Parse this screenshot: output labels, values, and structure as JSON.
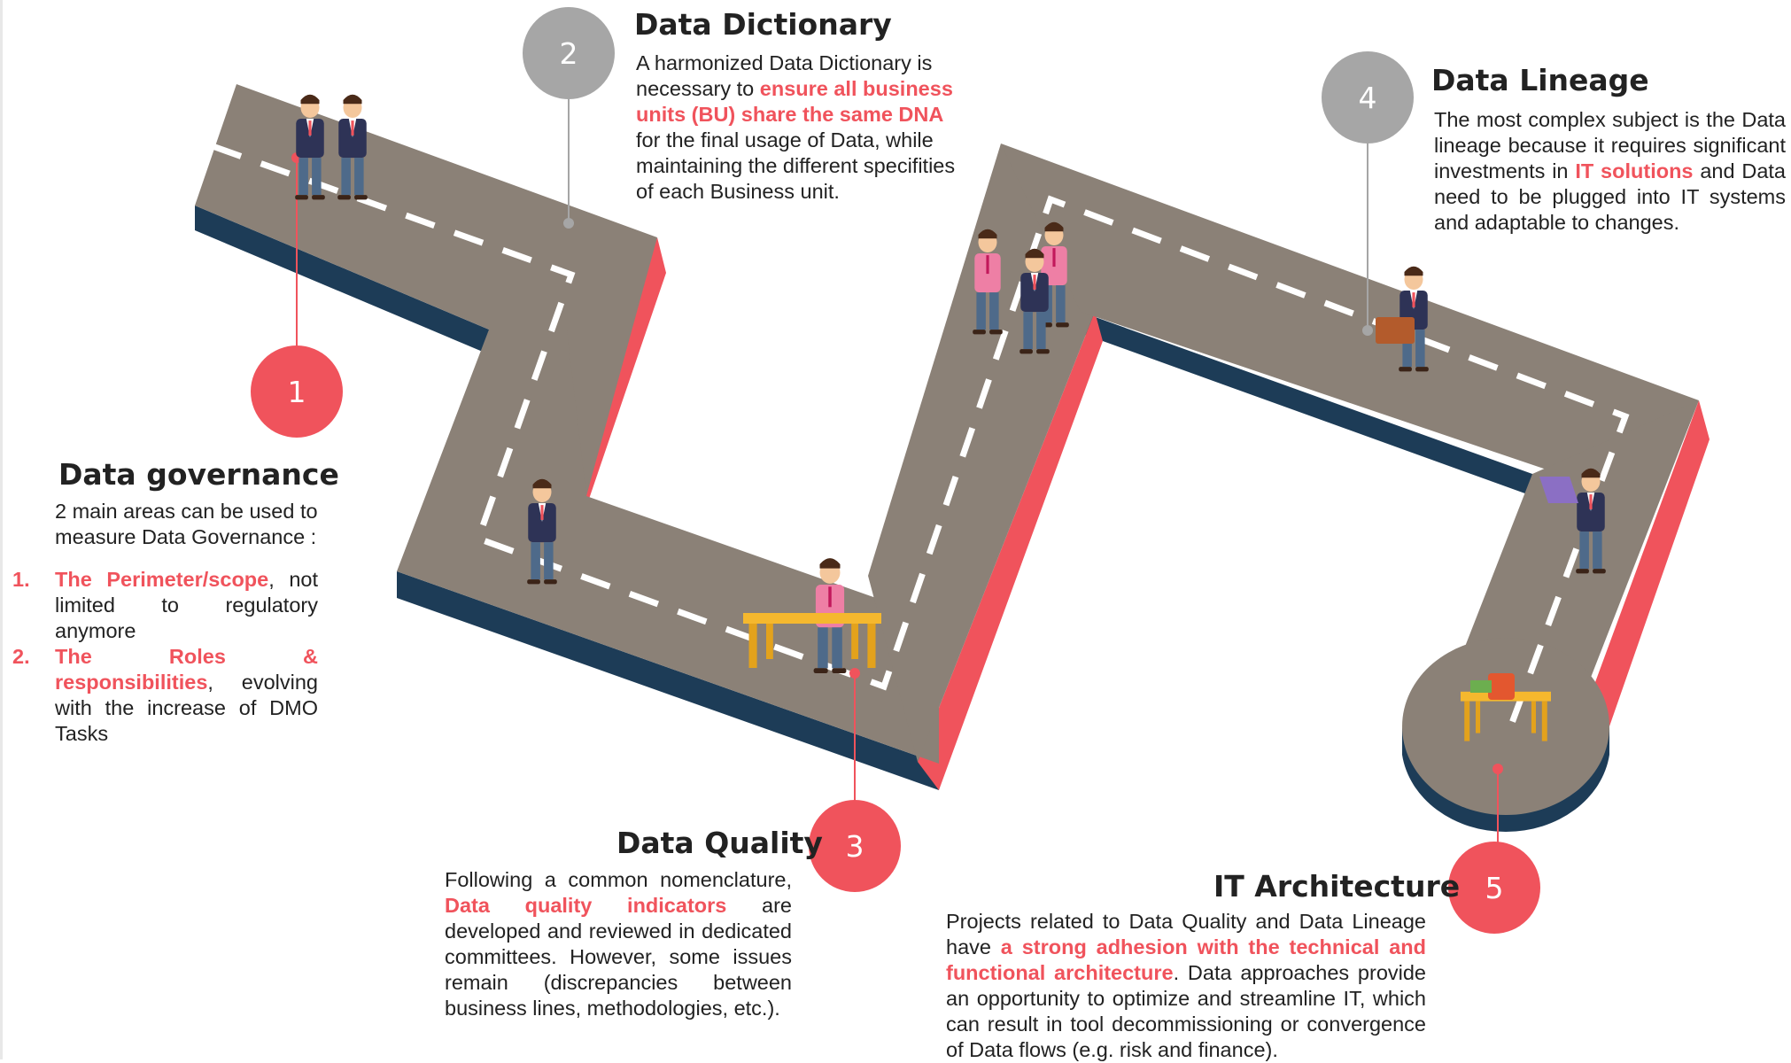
{
  "colors": {
    "road": "#8b8177",
    "road_side": "#1d3c57",
    "road_edge": "#f0535c",
    "accent": "#f0535c",
    "marker_grey": "#a6a6a6",
    "dash": "#ffffff",
    "suit": "#2e3356",
    "desk": "#f5b82e"
  },
  "steps": [
    {
      "number": "1",
      "title": "Data governance",
      "intro": "2 main areas can be used to measure Data Governance :",
      "items": [
        {
          "num": "1.",
          "highlight": "The Perimeter/scope",
          "text": ", not limited to regulatory anymore"
        },
        {
          "num": "2.",
          "highlight": "The Roles & responsibilities",
          "text": ", evolving with the increase of DMO Tasks"
        }
      ]
    },
    {
      "number": "2",
      "title": "Data Dictionary",
      "text_before": "A harmonized Data Dictionary is necessary to ",
      "highlight": "ensure all business units (BU) share the same DNA",
      "text_after": " for the final usage of Data, while maintaining the different specifities of each Business unit."
    },
    {
      "number": "3",
      "title": "Data Quality",
      "text_before": "Following a common nomenclature, ",
      "highlight": "Data quality indicators",
      "text_after": " are developed and reviewed in dedicated committees. However, some issues remain (discrepancies between business lines, methodologies, etc.)."
    },
    {
      "number": "4",
      "title": "Data Lineage",
      "text_before": "The most complex subject is the Data lineage because it requires significant investments in ",
      "highlight": "IT solutions",
      "text_after": " and Data need to be plugged into IT systems and adaptable to changes."
    },
    {
      "number": "5",
      "title": "IT Architecture",
      "text_before": "Projects related to Data Quality and Data Lineage have ",
      "highlight": "a strong adhesion with the technical and functional architecture",
      "text_after": ". Data approaches provide an opportunity to optimize and streamline IT, which can result in tool decommissioning or convergence of Data flows (e.g. risk and finance)."
    }
  ],
  "figures": [
    "pair-walking",
    "walker",
    "presenter-at-desk",
    "group-handshake",
    "walker-with-briefcase",
    "walker-with-laptop",
    "empty-desk-with-chair"
  ]
}
